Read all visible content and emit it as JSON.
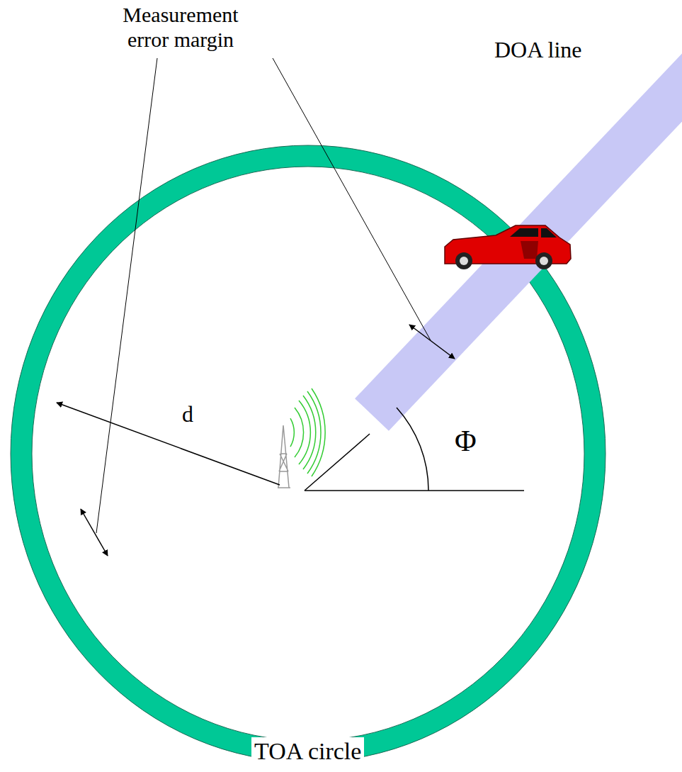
{
  "diagram": {
    "labels": [
      "Measurement error margin",
      "DOA line",
      "d",
      "Φ",
      "TOA circle"
    ]
  }
}
